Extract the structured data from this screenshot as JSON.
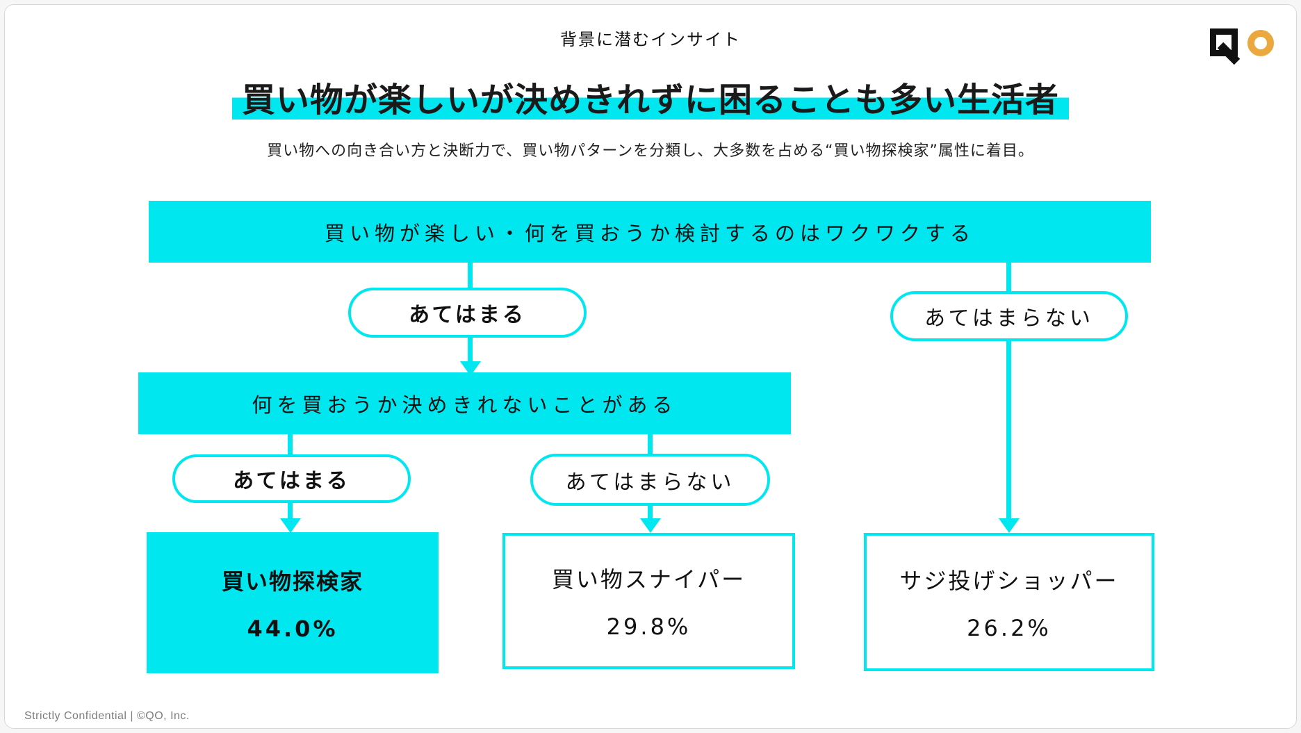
{
  "header": {
    "title": "背景に潜むインサイト"
  },
  "logo": {
    "name": "QO"
  },
  "title": {
    "text": "買い物が楽しいが決めきれずに困ることも多い生活者"
  },
  "subtitle": {
    "text": "買い物への向き合い方と決断力で、買い物パターンを分類し、大多数を占める“買い物探検家”属性に着目。"
  },
  "flowchart": {
    "level1_question": "買い物が楽しい・何を買おうか検討するのはワクワクする",
    "label_applies": "あてはまる",
    "label_not_applies": "あてはまらない",
    "level2_question": "何を買おうか決めきれないことがある",
    "results": [
      {
        "name": "買い物探検家",
        "value": "44.0%",
        "highlighted": true
      },
      {
        "name": "買い物スナイパー",
        "value": "29.8%",
        "highlighted": false
      },
      {
        "name": "サジ投げショッパー",
        "value": "26.2%",
        "highlighted": false
      }
    ]
  },
  "footer": {
    "text": "Strictly Confidential | ©QO, Inc."
  },
  "colors": {
    "cyan": "#00e7f0",
    "logo_orange": "#eba83e",
    "footer_gray": "#7c7c7c",
    "card_border": "#d8d8d8"
  }
}
